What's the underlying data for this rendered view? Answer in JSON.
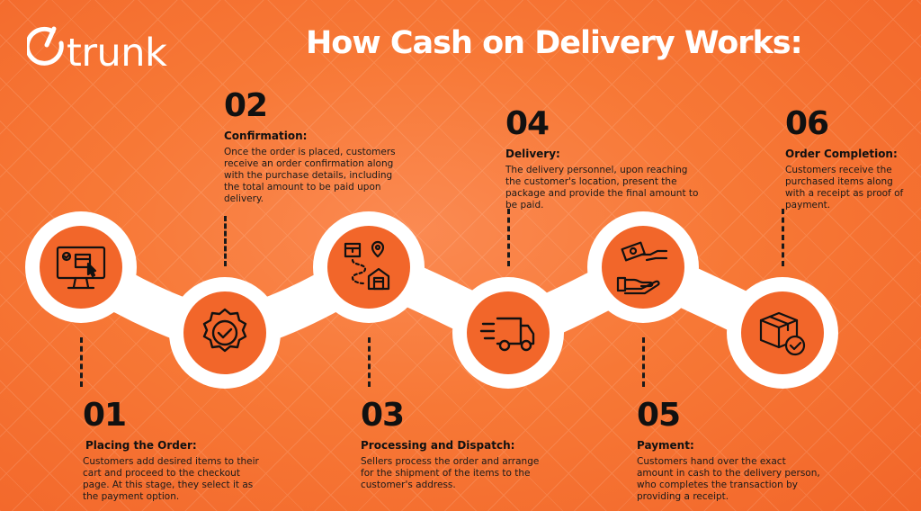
{
  "logo": {
    "text": "trunk"
  },
  "title": "How Cash on Delivery Works:",
  "steps": [
    {
      "number": "01",
      "title": "Placing the Order:",
      "description": "Customers add desired items to their cart and proceed to the checkout page. At this stage, they select it as the payment option.",
      "icon": "computer-checkout-icon"
    },
    {
      "number": "02",
      "title": "Confirmation:",
      "description": "Once the order is placed, customers receive an order confirmation along with the purchase details, including the total amount to be paid upon delivery.",
      "icon": "verified-badge-icon"
    },
    {
      "number": "03",
      "title": "Processing and Dispatch:",
      "description": "Sellers process the order and arrange for the shipment of the items to the customer's address.",
      "icon": "shipping-route-icon"
    },
    {
      "number": "04",
      "title": "Delivery:",
      "description": "The delivery personnel, upon reaching the customer's location, present the package and provide the final amount to be paid.",
      "icon": "delivery-truck-icon"
    },
    {
      "number": "05",
      "title": "Payment:",
      "description": "Customers hand over the exact amount in cash to the delivery person, who completes the transaction by providing a receipt.",
      "icon": "cash-handover-icon"
    },
    {
      "number": "06",
      "title": "Order Completion:",
      "description": "Customers receive the purchased items along with a receipt as proof of payment.",
      "icon": "package-check-icon"
    }
  ],
  "colors": {
    "background": "#f77836",
    "circle": "#f2662a",
    "path": "#ffffff",
    "text": "#111111"
  }
}
